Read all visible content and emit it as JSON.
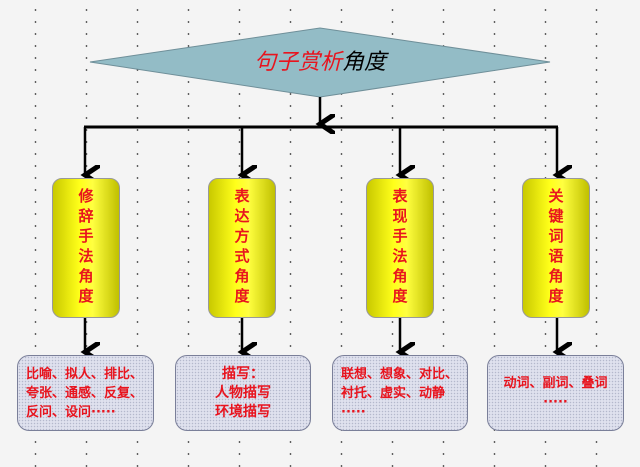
{
  "title": {
    "red_part": "句子赏析",
    "black_part": "角度"
  },
  "categories": [
    {
      "label": "修辞手法角度",
      "details": "比喻、拟人、排比、夸张、通感、反复、反问、设问·····",
      "align": "left"
    },
    {
      "label": "表达方式角度",
      "details_lines": [
        "描写：",
        "人物描写",
        "环境描写"
      ],
      "align": "center"
    },
    {
      "label": "表现手法角度",
      "details": "联想、想象、对比、衬托、虚实、动静·····",
      "align": "left"
    },
    {
      "label": "关键词语角度",
      "details": "动词、副词、叠词·····",
      "align": "center"
    }
  ],
  "colors": {
    "diamond": "#93bcc6",
    "text_red": "#e8141e",
    "yellow": "#ffff1a",
    "detail_box": "#dfe1ee"
  }
}
